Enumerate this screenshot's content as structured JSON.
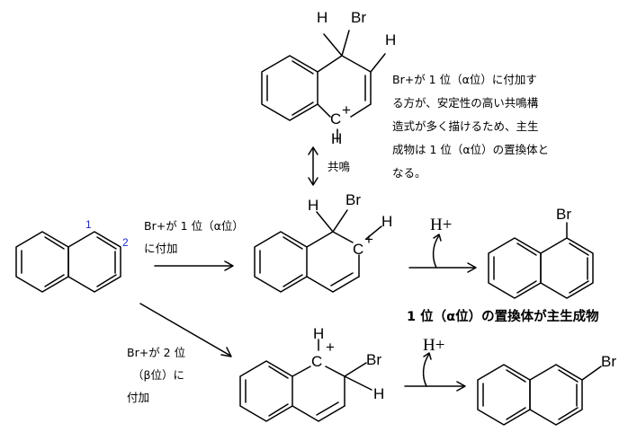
{
  "molecules": {
    "naphthalene_positions": [
      "1",
      "2"
    ],
    "atoms": {
      "br": "Br",
      "h": "H",
      "c_cation": "C",
      "plus": "+",
      "h_plus": "H+"
    }
  },
  "text": {
    "explanation": [
      "Br+が 1 位（α位）に付加す",
      "る方が、安定性の高い共鳴構",
      "造式が多く描けるため、主生",
      "成物は 1 位（α位）の置換体と",
      "なる。"
    ],
    "resonance_label": "共鳴",
    "path_alpha": [
      "Br+が 1 位（α位）",
      "に付加"
    ],
    "path_beta": [
      "Br+が 2 位",
      "（β位）に",
      "付加"
    ],
    "main_product": "1 位（α位）の置換体が主生成物"
  }
}
